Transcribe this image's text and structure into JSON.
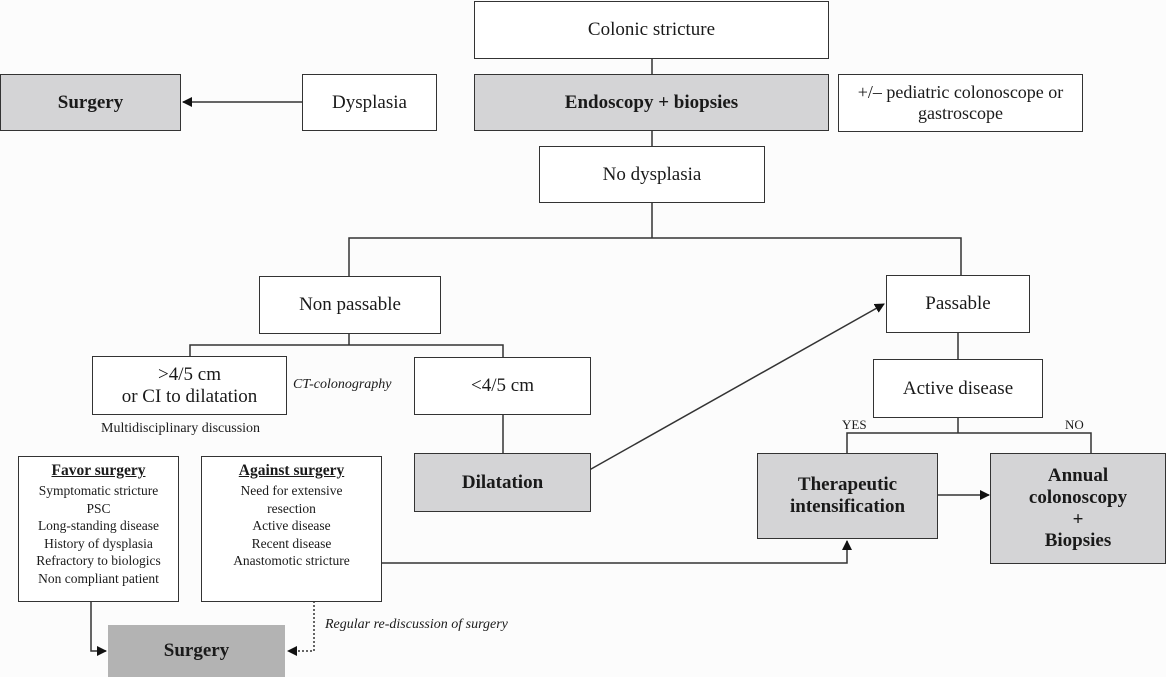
{
  "nodes": {
    "colonic_stricture": "Colonic stricture",
    "endoscopy_biopsies": "Endoscopy + biopsies",
    "scope_note": [
      "+/– pediatric colonoscope or",
      "gastroscope"
    ],
    "dysplasia": "Dysplasia",
    "surgery_top": "Surgery",
    "no_dysplasia": "No dysplasia",
    "non_passable": "Non passable",
    "passable": "Passable",
    "long_stricture": [
      ">4/5 cm",
      "or CI to dilatation"
    ],
    "short_stricture": "<4/5 cm",
    "ct_colonography": "CT-colonography",
    "multidisciplinary": "Multidisciplinary discussion",
    "dilatation": "Dilatation",
    "active_disease": "Active disease",
    "yes_label": "YES",
    "no_label": "NO",
    "therapeutic": [
      "Therapeutic",
      "intensification"
    ],
    "annual": [
      "Annual",
      "colonoscopy",
      "+",
      "Biopsies"
    ],
    "surgery_bottom": "Surgery",
    "rediscussion": "Regular re-discussion of surgery"
  },
  "favor_surgery": {
    "title": "Favor surgery",
    "items": [
      "Symptomatic stricture",
      "PSC",
      "Long-standing disease",
      "History of dysplasia",
      "Refractory to biologics",
      "Non compliant patient"
    ]
  },
  "against_surgery": {
    "title": "Against surgery",
    "items": [
      "Need for extensive",
      "resection",
      "Active disease",
      "Recent disease",
      "Anastomotic stricture"
    ]
  },
  "colors": {
    "highlight_fill": "#d4d4d6",
    "outcome_fill": "#b3b3b3",
    "stroke": "#333333"
  }
}
